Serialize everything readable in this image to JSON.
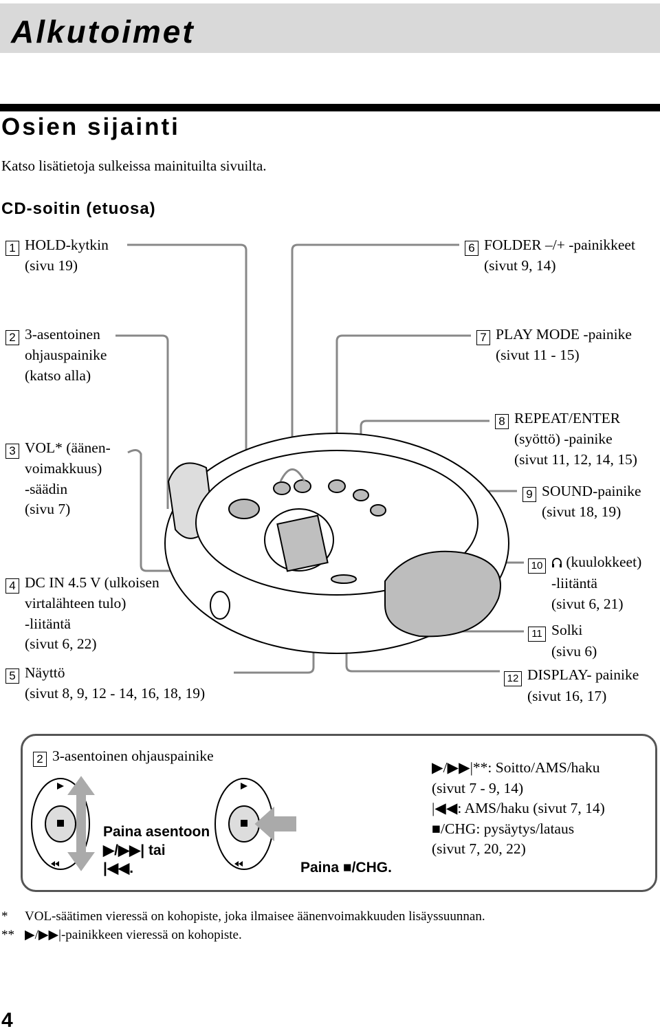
{
  "header": {
    "title": "Alkutoimet"
  },
  "section": {
    "title": "Osien sijainti",
    "intro": "Katso lisätietoja sulkeissa mainituilta sivuilta.",
    "subtitle": "CD-soitin (etuosa)"
  },
  "labels": [
    {
      "num": "1",
      "lines": [
        "HOLD-kytkin",
        "(sivu 19)"
      ]
    },
    {
      "num": "2",
      "lines": [
        "3-asentoinen",
        "ohjauspainike",
        "(katso alla)"
      ]
    },
    {
      "num": "3",
      "lines": [
        "VOL* (äänen-",
        "voimakkuus)",
        "-säädin",
        "(sivu 7)"
      ]
    },
    {
      "num": "4",
      "lines": [
        "DC IN 4.5 V (ulkoisen",
        "virtalähteen tulo)",
        "-liitäntä",
        "(sivut 6, 22)"
      ]
    },
    {
      "num": "5",
      "lines": [
        "Näyttö",
        "(sivut 8, 9, 12 - 14, 16, 18, 19)"
      ]
    },
    {
      "num": "6",
      "lines": [
        "FOLDER –/+ -painikkeet",
        "(sivut 9, 14)"
      ]
    },
    {
      "num": "7",
      "lines": [
        "PLAY MODE -painike",
        "(sivut 11 - 15)"
      ]
    },
    {
      "num": "8",
      "lines": [
        "REPEAT/ENTER",
        "(syöttö) -painike",
        "(sivut 11, 12, 14, 15)"
      ]
    },
    {
      "num": "9",
      "lines": [
        "SOUND-painike",
        "(sivut 18, 19)"
      ]
    },
    {
      "num": "10",
      "lines": [
        "(kuulokkeet)",
        "-liitäntä",
        "(sivut 6, 21)"
      ]
    },
    {
      "num": "11",
      "lines": [
        "Solki",
        "(sivu 6)"
      ]
    },
    {
      "num": "12",
      "lines": [
        "DISPLAY- painike",
        "(sivut 16, 17)"
      ]
    }
  ],
  "control_box": {
    "num": "2",
    "title": "3-asentoinen ohjauspainike",
    "caption_left_1": "Paina asentoon",
    "caption_left_2": "/",
    "caption_left_2b": "tai",
    "caption_left_3": ".",
    "caption_right": "Paina",
    "caption_right_b": "/CHG.",
    "desc": [
      "**: Soitto/AMS/haku",
      "(sivut 7 - 9, 14)",
      ": AMS/haku (sivut 7, 14)",
      "/CHG: pysäytys/lataus",
      "(sivut 7, 20, 22)"
    ]
  },
  "footnotes": [
    {
      "mark": "*",
      "text": "VOL-säätimen vieressä on kohopiste, joka ilmaisee äänenvoimakkuuden lisäyssuunnan."
    },
    {
      "mark": "**",
      "text": "-painikkeen vieressä on kohopiste."
    }
  ],
  "page_number": "4"
}
